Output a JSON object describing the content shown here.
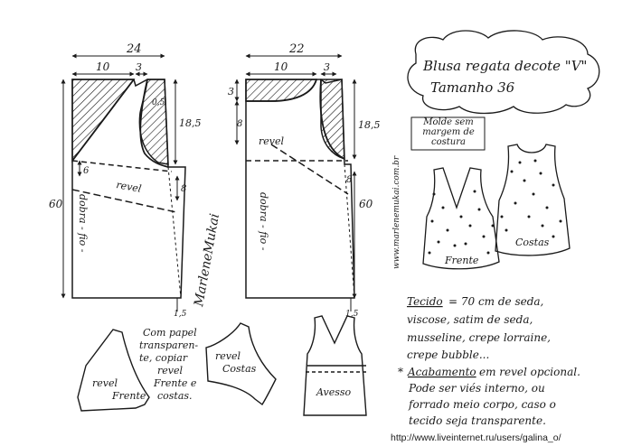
{
  "title": {
    "line1": "Blusa regata decote \"V\"",
    "line2": "Tamanho 36"
  },
  "front": {
    "width_top": "24",
    "width_shoulder_offset": "10",
    "neck_small": "3",
    "dim_05": "0,5",
    "armhole_depth": "18,5",
    "length": "60",
    "hem_rise": "6",
    "side_8": "8",
    "hem_15": "1,5",
    "fold_label": "dobra - fio -",
    "facing_label": "revel"
  },
  "back": {
    "width_top": "22",
    "width_shoulder_offset": "10",
    "neck_small": "3",
    "neck_depth": "3",
    "armhole_depth": "18,5",
    "length": "60",
    "side_8_left": "8",
    "side_8_right": "8",
    "hem_15": "1,5",
    "fold_label": "dobra - fio -",
    "facing_label": "revel"
  },
  "signature": "MarleneMukai",
  "website": "www.marlenemukai.com.br",
  "note_box": "Molde sem margem de costura",
  "illustration": {
    "front_label": "Frente",
    "back_label": "Costas",
    "inside_label": "Avesso"
  },
  "facings": {
    "front_line1": "revel",
    "front_line2": "Frente",
    "back_line1": "revel",
    "back_line2": "Costas",
    "instructions": [
      "Com papel",
      "transparen-",
      "te, copiar",
      "revel",
      "Frente e",
      "costas."
    ]
  },
  "fabric": {
    "label": "Tecido",
    "lines": [
      "= 70 cm    de seda,",
      "viscose, satim de seda,",
      "musseline, crepe lorraine,",
      "crepe bubble..."
    ]
  },
  "finish": {
    "label": "Acabamento",
    "lines": [
      "em revel opcional.",
      "Pode ser viés interno, ou",
      "forrado meio corpo, caso o",
      "tecido seja transparente."
    ]
  },
  "footer_url": "http://www.liveinternet.ru/users/galina_o/"
}
